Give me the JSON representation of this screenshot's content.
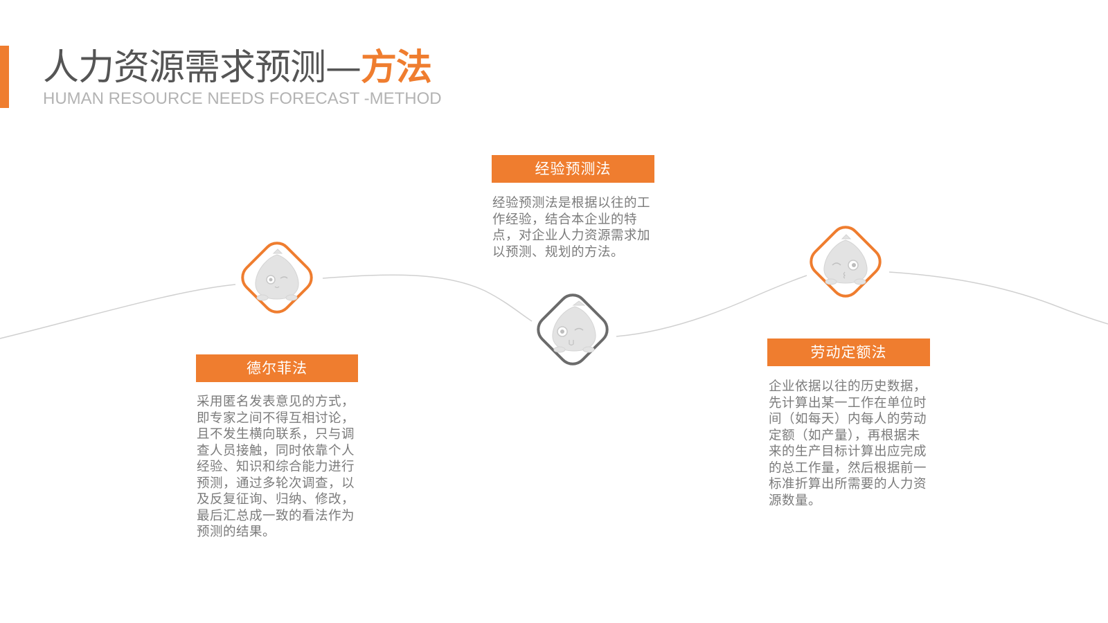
{
  "header": {
    "title_main": "人力资源需求预测—",
    "title_highlight": "方法",
    "subtitle": "HUMAN RESOURCE NEEDS FORECAST -METHOD"
  },
  "colors": {
    "accent": "#ef7d2f",
    "title_text": "#555555",
    "subtitle_text": "#b3b3b3",
    "body_text": "#7b7b7b",
    "curve_line": "#d0d0d0",
    "node_active_border": "#ef7d2f",
    "node_inactive_border": "#6b6b6b"
  },
  "methods": [
    {
      "label": "德尔菲法",
      "icon": "mascot-wink-icon",
      "node_style": "orange",
      "description": "采用匿名发表意见的方式，即专家之间不得互相讨论，且不发生横向联系，只与调查人员接触，同时依靠个人经验、知识和综合能力进行预测，通过多轮次调查，以及反复征询、归纳、修改，最后汇总成一致的看法作为预测的结果。"
    },
    {
      "label": "经验预测法",
      "icon": "mascot-tongue-icon",
      "node_style": "gray",
      "description": "经验预测法是根据以往的工作经验，结合本企业的特点，对企业人力资源需求加以预测、规划的方法。"
    },
    {
      "label": "劳动定额法",
      "icon": "mascot-kiss-icon",
      "node_style": "orange",
      "description": "企业依据以往的历史数据，先计算出某一工作在单位时间（如每天）内每人的劳动定额（如产量），再根据未来的生产目标计算出应完成的总工作量，然后根据前一标准折算出所需要的人力资源数量。"
    }
  ]
}
